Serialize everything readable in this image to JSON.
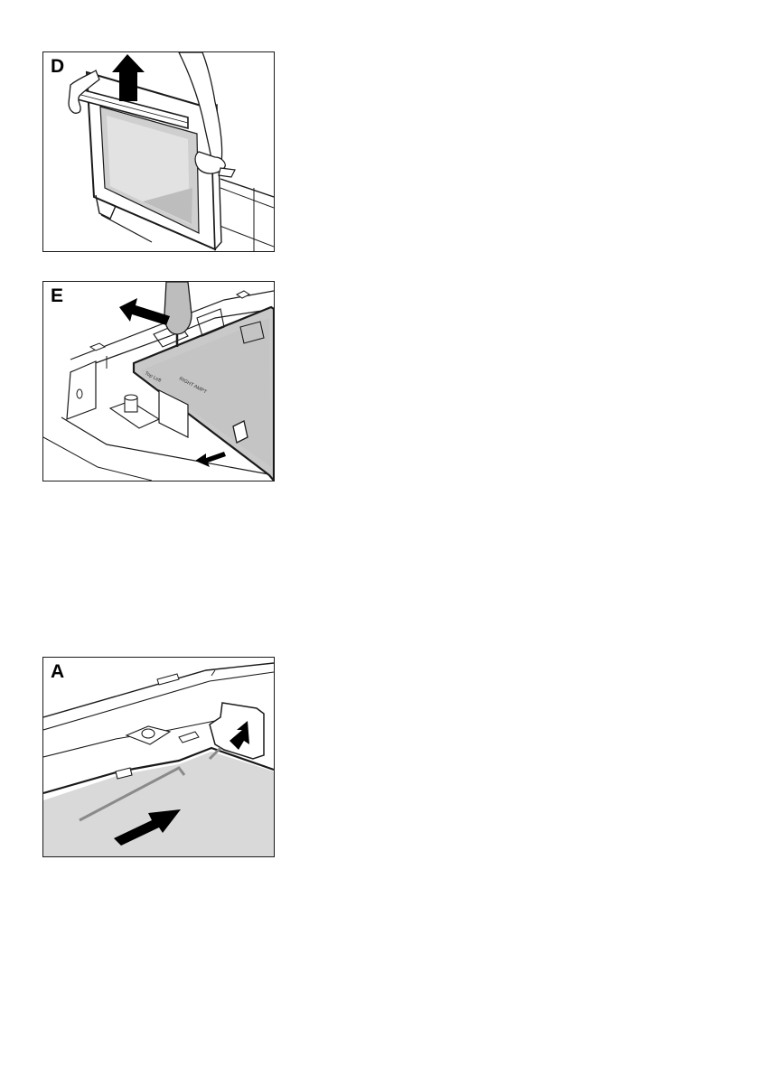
{
  "figures": [
    {
      "label": "D",
      "depicts": "lifting the oven door off its hinges"
    },
    {
      "label": "E",
      "depicts": "removing the inner glass pane from the door"
    },
    {
      "label": "A",
      "depicts": "sliding the glass pane back into the door"
    }
  ],
  "pane_markings": {
    "left": "Top Left",
    "right": "RIGHT AMPT"
  },
  "colors": {
    "line": "#1a1a1a",
    "glass": "#c9c9c9",
    "glass_light": "#e0e0e0",
    "arrow": "#000000"
  }
}
